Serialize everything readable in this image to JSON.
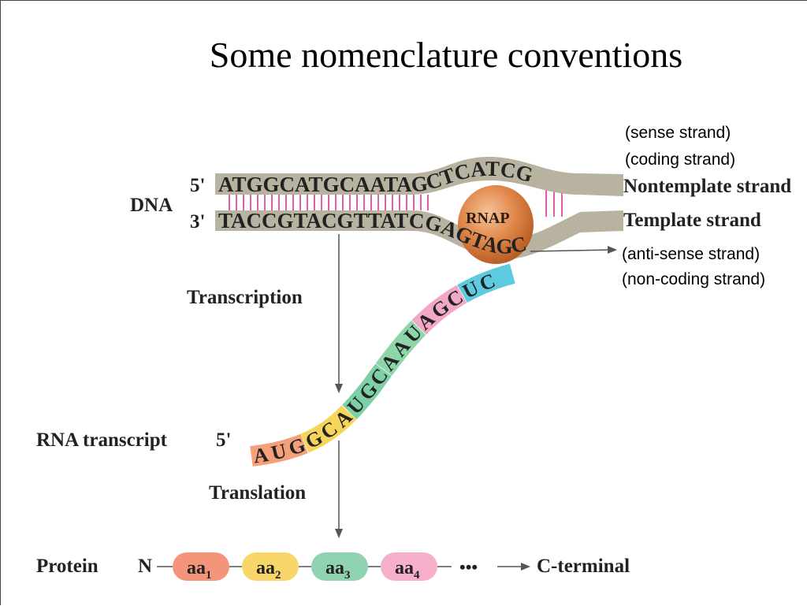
{
  "title": "Some nomenclature conventions",
  "notes": {
    "sense": "(sense strand)",
    "coding": "(coding strand)",
    "antisense": "(anti-sense strand)",
    "noncoding": "(non-coding strand)"
  },
  "dna": {
    "label": "DNA",
    "top_prime": "5'",
    "bottom_prime": "3'",
    "top_sequence": "ATGGCATGCAATAGCTCATCG",
    "bottom_sequence": "TACCGTACGTTATCGAGTAGC",
    "nontemplate_label": "Nontemplate strand",
    "template_label": "Template strand",
    "enzyme": "RNAP"
  },
  "transcription_label": "Transcription",
  "rna": {
    "label": "RNA transcript",
    "prime": "5'",
    "codons": [
      {
        "text": "AUG",
        "color": "#f4a07a"
      },
      {
        "text": "GCA",
        "color": "#f7d55a"
      },
      {
        "text": "UGC",
        "color": "#7ccfa6"
      },
      {
        "text": "AAU",
        "color": "#8ed6a8"
      },
      {
        "text": "AGC",
        "color": "#f3a7c6"
      },
      {
        "text": "UC",
        "color": "#5ccbe0"
      }
    ]
  },
  "translation_label": "Translation",
  "protein": {
    "label": "Protein",
    "n_term": "N",
    "residues": [
      {
        "name": "aa",
        "sub": "1",
        "color": "#f4957a"
      },
      {
        "name": "aa",
        "sub": "2",
        "color": "#f8d66a"
      },
      {
        "name": "aa",
        "sub": "3",
        "color": "#8fd3b0"
      },
      {
        "name": "aa",
        "sub": "4",
        "color": "#f6b0cb"
      }
    ],
    "ellipsis": "•••",
    "c_term": "C-terminal"
  },
  "colors": {
    "dna_strand": "#b8b2a0",
    "base_pair": "#e45ea5",
    "rnap": "#e0874a"
  }
}
